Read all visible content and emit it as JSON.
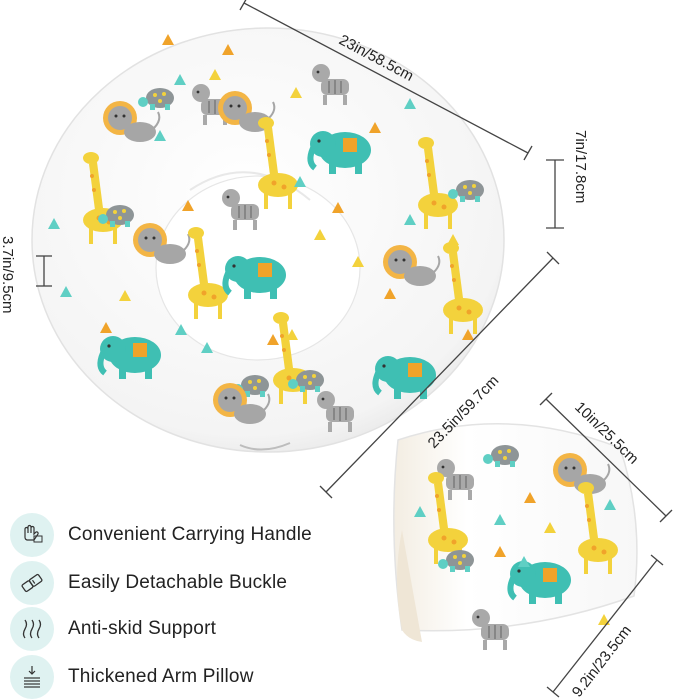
{
  "dimensions": {
    "pillow_length": "23in/58.5cm",
    "pillow_height": "7in/17.8cm",
    "head_rest_height": "3.7in/9.5cm",
    "pillow_diagonal": "23.5in/59.7cm",
    "arm_pillow_width": "10in/25.5cm",
    "arm_pillow_length": "9.2in/23.5cm"
  },
  "features": [
    {
      "label": "Convenient Carrying Handle",
      "icon": "hand-handle-icon"
    },
    {
      "label": "Easily Detachable Buckle",
      "icon": "buckle-icon"
    },
    {
      "label": "Anti-skid Support",
      "icon": "anti-skid-wave-icon"
    },
    {
      "label": "Thickened Arm Pillow",
      "icon": "layered-cushion-icon"
    }
  ],
  "colors": {
    "teal": "#3fbfb3",
    "yellow": "#f3d23c",
    "orange": "#f0a32a",
    "gray": "#9a9a9a",
    "badge": "#dff2f1"
  }
}
